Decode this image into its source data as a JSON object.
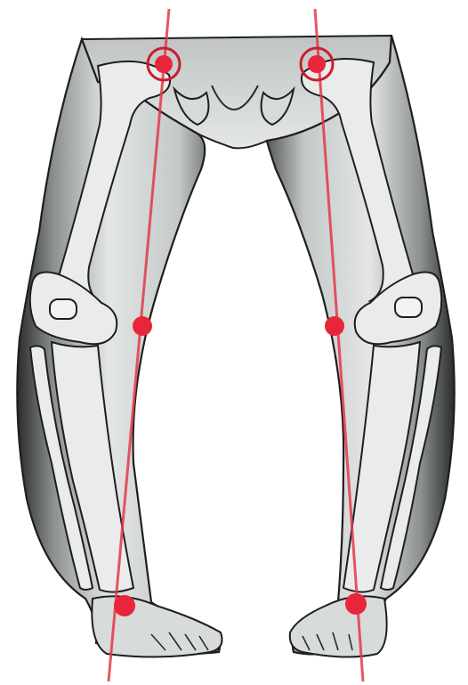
{
  "figure": {
    "subject": "bowed-legs-mechanical-axis",
    "legs": [
      "right",
      "left"
    ],
    "joint_markers_per_leg": [
      "hip-center",
      "knee-center",
      "ankle-center"
    ]
  },
  "colors": {
    "background": "#ffffff",
    "skin_light": "#dfe3e2",
    "skin_shade": "#6f7372",
    "outline": "#1e1e1e",
    "bone_fill": "#e9eceb",
    "axis_line": "#e23a48",
    "joint_marker": "#e8253a",
    "hip_ring": "#c81e2e"
  }
}
